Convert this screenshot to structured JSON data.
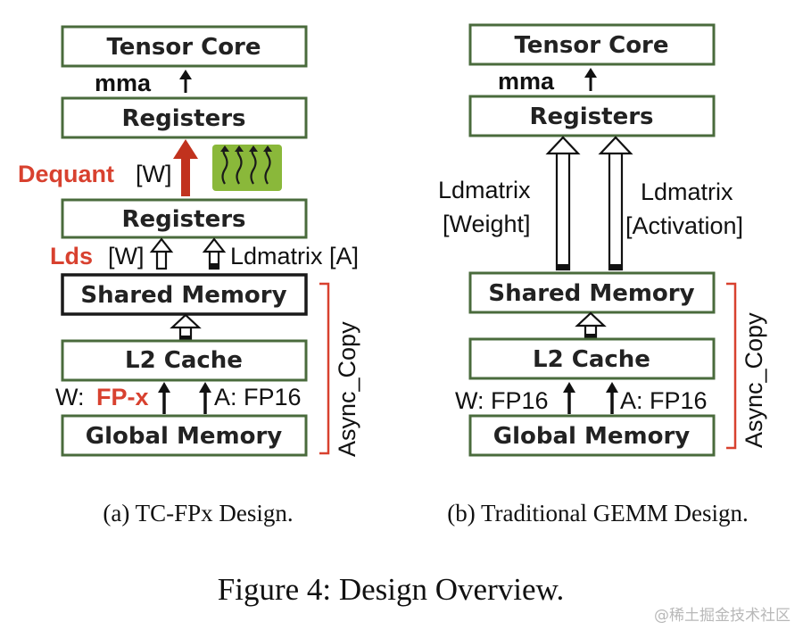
{
  "panel_a": {
    "boxes": {
      "tensor_core": "Tensor Core",
      "registers_top": "Registers",
      "registers_mid": "Registers",
      "shared_memory": "Shared Memory",
      "l2_cache": "L2 Cache",
      "global_memory": "Global Memory"
    },
    "mma": "mma",
    "dequant": "Dequant",
    "dequant_w": "[W]",
    "lds": "Lds",
    "lds_w": "[W]",
    "ldmatrix_a": "Ldmatrix [A]",
    "w_prefix": "W:",
    "w_fpx": "FP-x",
    "a_fp16": "A: FP16",
    "async_copy": "Async_Copy",
    "caption": "(a) TC-FPx Design."
  },
  "panel_b": {
    "boxes": {
      "tensor_core": "Tensor Core",
      "registers": "Registers",
      "shared_memory": "Shared Memory",
      "l2_cache": "L2 Cache",
      "global_memory": "Global Memory"
    },
    "mma": "mma",
    "ldmatrix_weight_1": "Ldmatrix",
    "ldmatrix_weight_2": "[Weight]",
    "ldmatrix_act_1": "Ldmatrix",
    "ldmatrix_act_2": "[Activation]",
    "w_fp16": "W: FP16",
    "a_fp16": "A: FP16",
    "async_copy": "Async_Copy",
    "caption": "(b) Traditional GEMM Design."
  },
  "figure_caption": "Figure 4: Design Overview.",
  "watermark": "@稀土掘金技术社区",
  "colors": {
    "box_border": "#4a6b3c",
    "accent_red": "#d8412f",
    "dequant_icon_green": "#8ab83a"
  }
}
